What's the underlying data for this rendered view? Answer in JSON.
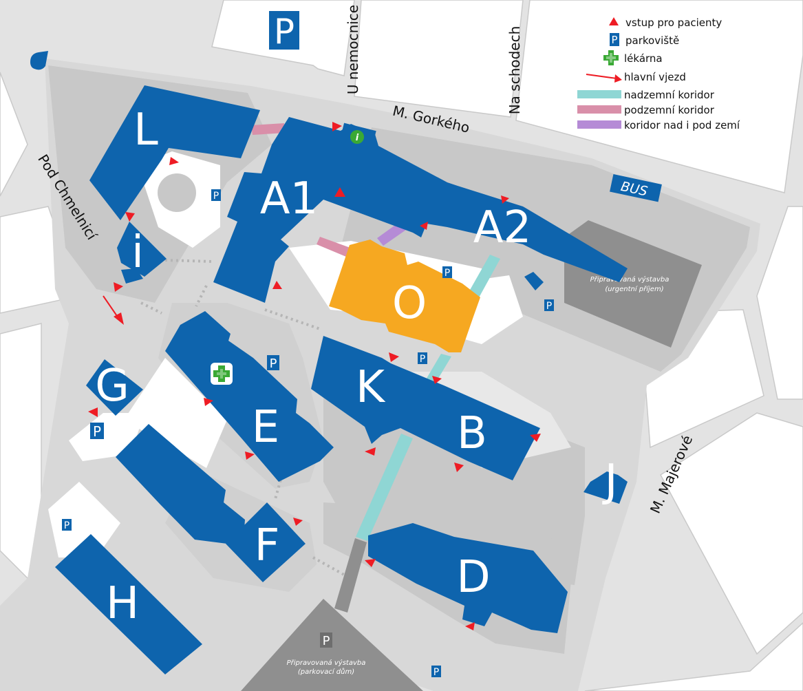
{
  "colors": {
    "road": "#ffffff",
    "ground": "#e3e3e3",
    "campus": "#c8c8c8",
    "planned": "#8f8f8f",
    "building": "#0e64ad",
    "building_o": "#f6a821",
    "entrance": "#ee1c24",
    "pharmacy": "#3aa935",
    "info": "#3aa935",
    "corridor_above": "#8fd6d4",
    "corridor_below": "#d98fa9",
    "corridor_both": "#b58bd6"
  },
  "legend": {
    "entrance": "vstup pro pacienty",
    "parking": "parkoviště",
    "pharmacy": "lékárna",
    "main_entry": "hlavní vjezd",
    "corridor_above": "nadzemní koridor",
    "corridor_below": "podzemní koridor",
    "corridor_both": "koridor nad i pod zemí"
  },
  "streets": {
    "u_nemocnice": "U nemocnice",
    "na_schodech": "Na schodech",
    "gorkeho": "M. Gorkého",
    "chmelnici": "Pod Chmelnicí",
    "majerove": "M. Majerové"
  },
  "buildings": {
    "L": "L",
    "A1": "A1",
    "A2": "A2",
    "i": "i",
    "O": "O",
    "G": "G",
    "E": "E",
    "K": "K",
    "B": "B",
    "F": "F",
    "H": "H",
    "D": "D",
    "J": "J"
  },
  "info_badge": "i",
  "parking_letter": "P",
  "bus_label": "BUS",
  "planned": {
    "urgent_line1": "Připravovaná výstavba",
    "urgent_line2": "(urgentní příjem)",
    "garage_line1": "Připravovaná výstavba",
    "garage_line2": "(parkovací dům)"
  }
}
